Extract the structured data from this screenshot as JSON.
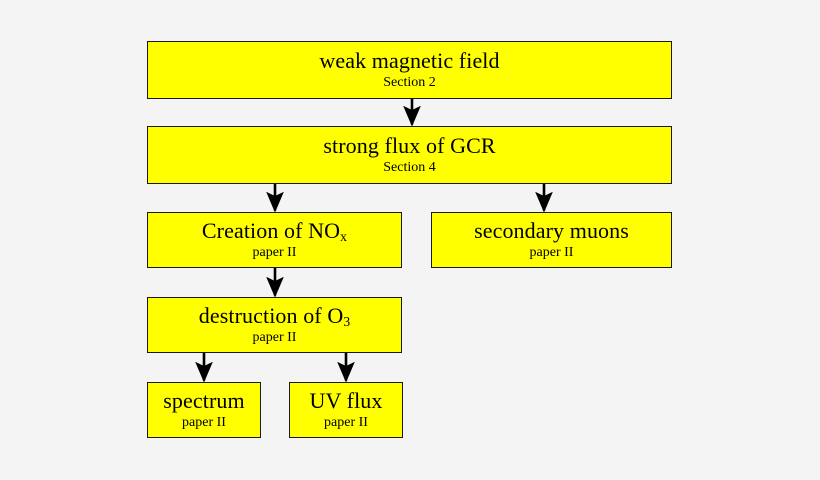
{
  "diagram": {
    "type": "flowchart",
    "background_color": "#f4f4f4",
    "node_fill_color": "#ffff00",
    "node_border_color": "#1a1a1a",
    "edge_color": "#000000",
    "nodes": [
      {
        "id": "weak-magnetic-field",
        "title": "weak magnetic field",
        "subtitle": "Section 2"
      },
      {
        "id": "strong-flux-gcr",
        "title": "strong flux of GCR",
        "subtitle": "Section 4"
      },
      {
        "id": "creation-nox",
        "title_prefix": "Creation of NO",
        "title_sub": "x",
        "title": "Creation of NOx",
        "subtitle": "paper II"
      },
      {
        "id": "secondary-muons",
        "title": "secondary muons",
        "subtitle": "paper II"
      },
      {
        "id": "destruction-o3",
        "title_prefix": "destruction of O",
        "title_sub": "3",
        "title": "destruction of O3",
        "subtitle": "paper II"
      },
      {
        "id": "spectrum",
        "title": "spectrum",
        "subtitle": "paper II"
      },
      {
        "id": "uv-flux",
        "title": "UV flux",
        "subtitle": "paper II"
      }
    ],
    "edges": [
      {
        "from": "weak-magnetic-field",
        "to": "strong-flux-gcr"
      },
      {
        "from": "strong-flux-gcr",
        "to": "creation-nox"
      },
      {
        "from": "strong-flux-gcr",
        "to": "secondary-muons"
      },
      {
        "from": "creation-nox",
        "to": "destruction-o3"
      },
      {
        "from": "destruction-o3",
        "to": "spectrum"
      },
      {
        "from": "destruction-o3",
        "to": "uv-flux"
      }
    ]
  }
}
